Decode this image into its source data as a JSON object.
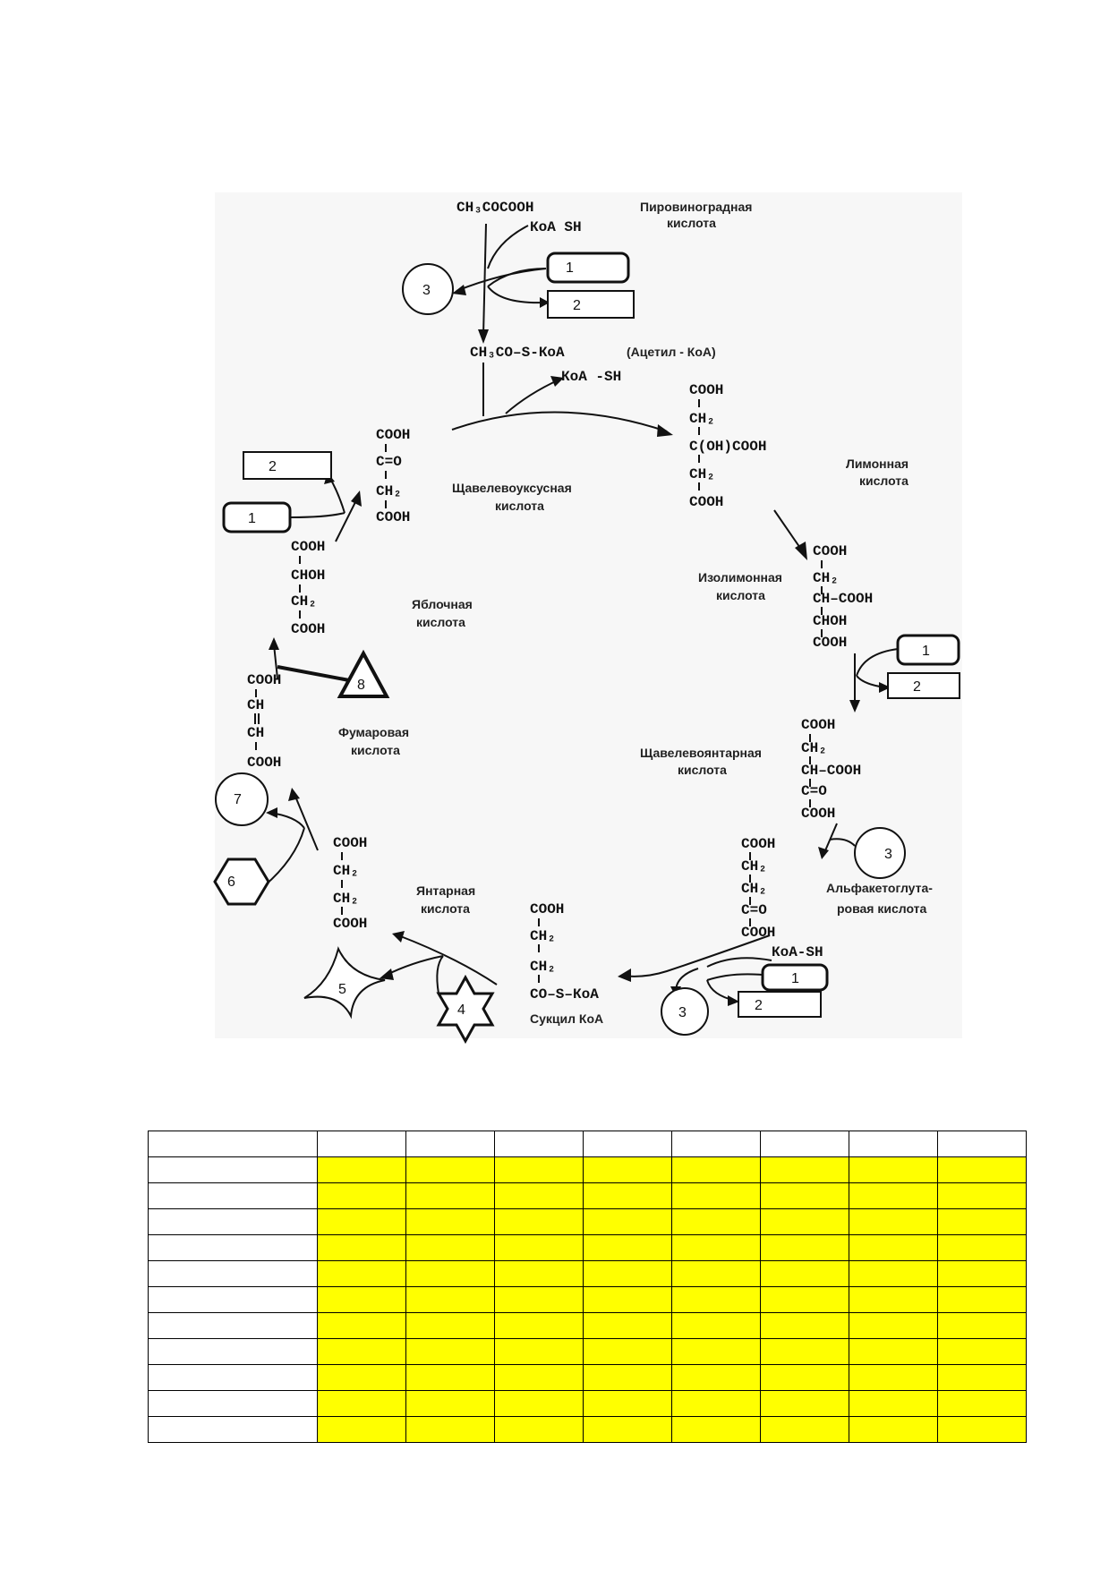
{
  "compounds": {
    "pyruvate": {
      "formula": "CH₃COCOOH",
      "name_1": "Пировиноградная",
      "name_2": "кислота"
    },
    "acetyl_coa": {
      "formula": "CH₃CO–S-КоА",
      "name": "(Ацетил - КоА)"
    },
    "koa_sh_1": "КоА  SH",
    "koa_sh_2": "КоА -SH",
    "koa_sh_3": "КоА-SH",
    "citrate": {
      "rows": [
        "COOH",
        "CH₂",
        "C(OH)COOH",
        "CH₂",
        "COOH"
      ],
      "name_1": "Лимонная",
      "name_2": "кислота"
    },
    "isocitrate": {
      "rows": [
        "COOH",
        "CH₂",
        "CH–COOH",
        "CHOH",
        "COOH"
      ],
      "name_1": "Изолимонная",
      "name_2": "кислота"
    },
    "oxalosuccinate": {
      "rows": [
        "COOH",
        "CH₂",
        "CH–COOH",
        "C=O",
        "COOH"
      ],
      "name_1": "Щавелевоянтарная",
      "name_2": "кислота"
    },
    "alpha_ketoglutarate": {
      "rows": [
        "COOH",
        "CH₂",
        "CH₂",
        "C=O",
        "COOH"
      ],
      "name_1": "Альфакетоглута-",
      "name_2": "ровая кислота"
    },
    "succinyl_coa": {
      "rows": [
        "COOH",
        "CH₂",
        "CH₂",
        "CO–S–КоА"
      ],
      "name": "Сукцил КоА"
    },
    "succinate": {
      "rows": [
        "COOH",
        "CH₂",
        "CH₂",
        "COOH"
      ],
      "name_1": "Янтарная",
      "name_2": "кислота"
    },
    "fumarate": {
      "rows": [
        "COOH",
        "CH",
        "CH",
        "COOH"
      ],
      "name_1": "Фумаровая",
      "name_2": "кислота"
    },
    "malate": {
      "rows": [
        "COOH",
        "CHOH",
        "CH₂",
        "COOH"
      ],
      "name_1": "Яблочная",
      "name_2": "кислота"
    },
    "oxaloacetate": {
      "rows": [
        "COOH",
        "C=O",
        "CH₂",
        "COOH"
      ],
      "name_1": "Щавелевоуксусная",
      "name_2": "кислота"
    }
  },
  "markers": {
    "m1": "1",
    "m2": "2",
    "m3": "3",
    "m4": "4",
    "m5": "5",
    "m6": "6",
    "m7": "7",
    "m8": "8"
  },
  "table": {
    "rows": 12,
    "cols": 9,
    "highlight_color": "#ffff00"
  }
}
